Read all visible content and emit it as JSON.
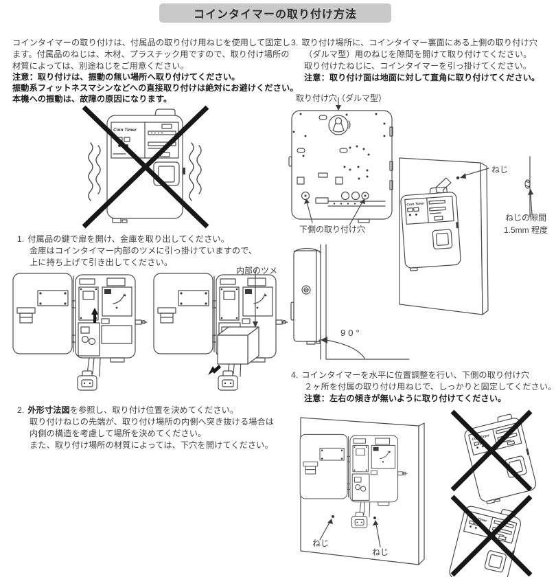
{
  "title": "コインタイマーの取り付け方法",
  "device": {
    "logo": "Coin Timer"
  },
  "intro": {
    "line1": "コインタイマーの取り付けは、付属品の取り付け用ねじを使用して固定し",
    "line2": "ます。付属品のねじは、木材、プラスチック用ですので、取り付け場所の",
    "line3": "材質によっては、別途ねじをご用意ください。",
    "warn1": "注意：取り付けは、振動の無い場所へ取り付けてください。",
    "warn2": "振動系フィットネスマシンなどへの直接取り付けは絶対にお避けください。",
    "warn3": "本機への振動は、故障の原因になります。"
  },
  "step1": {
    "num": "1.",
    "line1": "付属品の鍵で扉を開け、金庫を取り出してください。",
    "line2": "金庫はコインタイマー内部のツメに引っ掛けていますので、",
    "line3": "上に持ち上げて引き出してください。"
  },
  "step2": {
    "num": "2.",
    "line1_bold": "外形寸法図",
    "line1_rest": "を参照し、取り付け位置を決めてください。",
    "line2": "取り付けねじの先端が、取り付け場所の内側へ突き抜ける場合は",
    "line3": "内側の構造を考慮して場所を決めてください。",
    "line4": "また、取り付け場所の材質によっては、下穴を開けてください。"
  },
  "step3": {
    "num": "3.",
    "line1": "取り付け場所に、コインタイマー裏面にある上側の取り付け穴",
    "line2": "（ダルマ型）用のねじを隙間を開けて取り付けてください。",
    "line3": "取り付けたねじに、コインタイマーを引っ掛けてください。",
    "warn": "注意：取り付け面は地面に対して直角に取り付けてください。"
  },
  "step4": {
    "num": "4.",
    "line1": "コインタイマーを水平に位置調整を行い、下側の取り付け穴",
    "line2": "２ヶ所を付属の取り付け用ねじで、しっかりと固定してください。",
    "warn": "注意：左右の傾きが無いように取り付けてください。"
  },
  "labels": {
    "daruma_hole": "取り付け穴（ダルマ型）",
    "lower_holes": "下側の取り付け穴",
    "inner_tab": "内部のツメ",
    "screw_top": "ねじ",
    "screw_gap1": "ねじの隙間",
    "screw_gap2": "1.5mm 程度",
    "angle": "90°",
    "screw_bottom_left": "ねじ",
    "screw_bottom_right": "ねじ"
  },
  "colors": {
    "title_bg": "#c9c9c9",
    "text": "#3f3f3f",
    "line": "#4a4a4a",
    "cross": "#171717"
  }
}
